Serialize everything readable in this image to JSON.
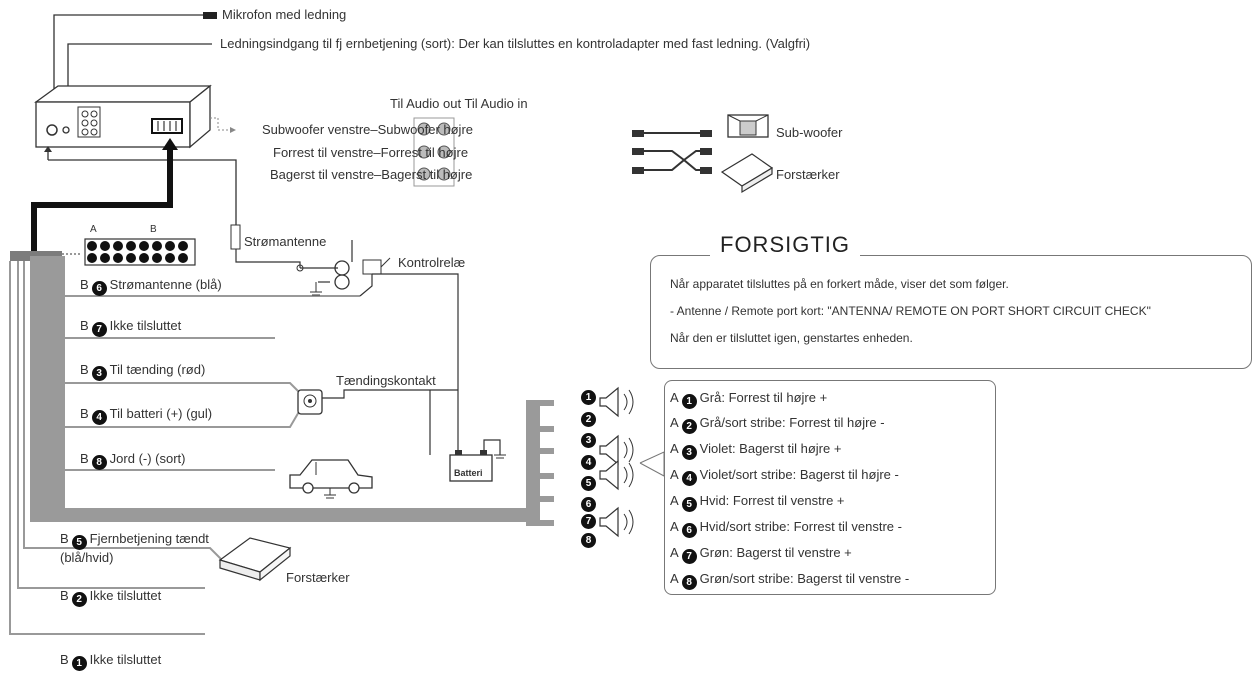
{
  "top_labels": {
    "mic": "Mikrofon med ledning",
    "remote_input": "Ledningsindgang til fj ernbetjening (sort): Der kan tilsluttes en kontroladapter med fast ledning. (Valgfri)"
  },
  "audio": {
    "header": "Til Audio out Til Audio in",
    "rows": [
      "Subwoofer venstre–Subwoofer højre",
      "Forrest til venstre–Forrest til højre",
      "Bagerst til venstre–Bagerst til højre"
    ],
    "subwoofer": "Sub-woofer",
    "amplifier": "Forstærker"
  },
  "connector": {
    "a": "A",
    "b": "B"
  },
  "wiring": {
    "power_antenna": "Strømantenne",
    "relay": "Kontrolrelæ",
    "ignition_switch": "Tændingskontakt",
    "battery": "Batteri",
    "amplifier": "Forstærker"
  },
  "b_pins": [
    {
      "prefix": "B",
      "num": "6",
      "label": "Strømantenne (blå)"
    },
    {
      "prefix": "B",
      "num": "7",
      "label": "Ikke tilsluttet"
    },
    {
      "prefix": "B",
      "num": "3",
      "label": "Til tænding (rød)"
    },
    {
      "prefix": "B",
      "num": "4",
      "label": "Til batteri (+) (gul)"
    },
    {
      "prefix": "B",
      "num": "8",
      "label": "Jord (-) (sort)"
    },
    {
      "prefix": "B",
      "num": "5",
      "label": "Fjernbetjening tændt"
    },
    {
      "sub": "(blå/hvid)"
    },
    {
      "prefix": "B",
      "num": "2",
      "label": "Ikke tilsluttet"
    },
    {
      "prefix": "B",
      "num": "1",
      "label": "Ikke tilsluttet"
    }
  ],
  "caution": {
    "title": "FORSIGTIG",
    "lines": [
      "Når apparatet tilsluttes på en forkert måde, viser det som følger.",
      "- Antenne / Remote port kort: \"ANTENNA/ REMOTE ON PORT SHORT CIRCUIT CHECK\"",
      "Når den er tilsluttet igen, genstartes enheden."
    ]
  },
  "speakers": [
    {
      "prefix": "A",
      "num": "1",
      "label": "Grå: Forrest til højre +"
    },
    {
      "prefix": "A",
      "num": "2",
      "label": "Grå/sort stribe: Forrest til højre -"
    },
    {
      "prefix": "A",
      "num": "3",
      "label": "Violet: Bagerst til højre +"
    },
    {
      "prefix": "A",
      "num": "4",
      "label": "Violet/sort stribe: Bagerst til højre -"
    },
    {
      "prefix": "A",
      "num": "5",
      "label": "Hvid: Forrest til venstre +"
    },
    {
      "prefix": "A",
      "num": "6",
      "label": "Hvid/sort stribe: Forrest til venstre -"
    },
    {
      "prefix": "A",
      "num": "7",
      "label": "Grøn: Bagerst til venstre +"
    },
    {
      "prefix": "A",
      "num": "8",
      "label": "Grøn/sort stribe: Bagerst til venstre -"
    }
  ],
  "speaker_markers": [
    "1",
    "2",
    "3",
    "4",
    "5",
    "6",
    "7",
    "8"
  ],
  "colors": {
    "harness": "#9a9a9a",
    "line": "#333333",
    "black": "#111111"
  }
}
